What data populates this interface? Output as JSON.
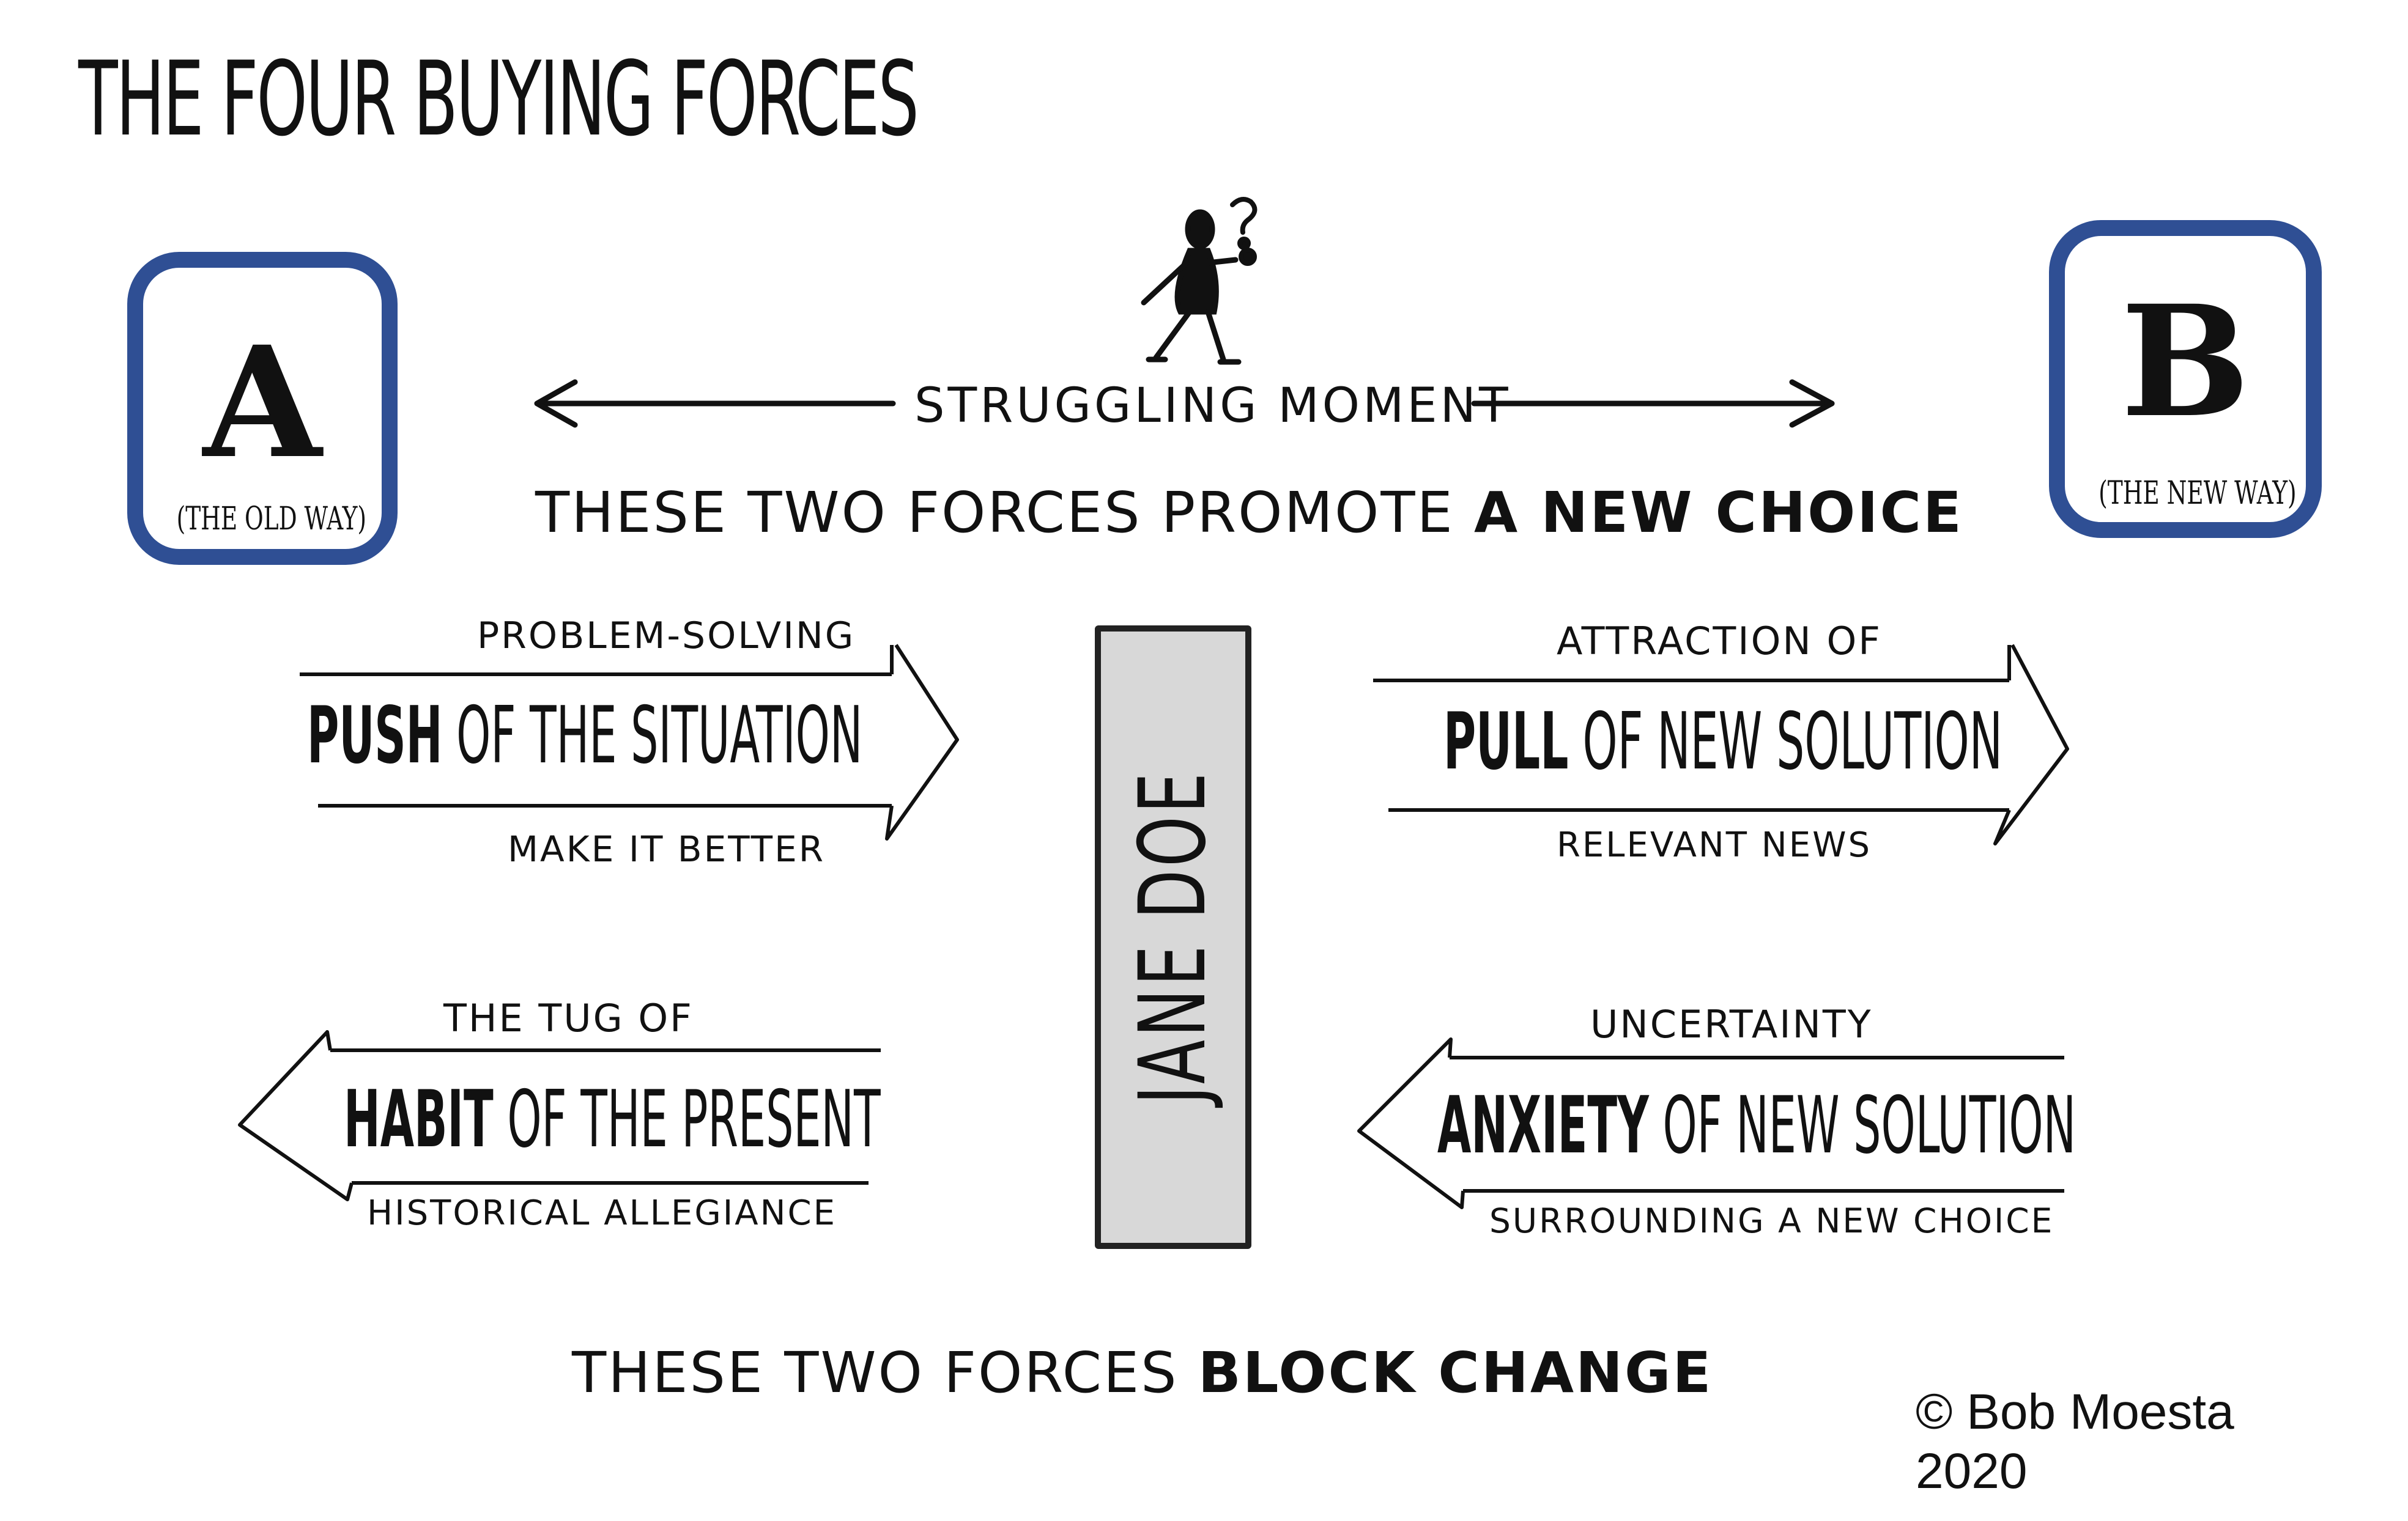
{
  "title": "THE FOUR BUYING FORCES",
  "card_a": {
    "letter": "A",
    "subtitle": "(THE OLD WAY)"
  },
  "card_b": {
    "letter": "B",
    "subtitle": "(THE NEW WAY)"
  },
  "struggling_moment": "STRUGGLING MOMENT",
  "promote": {
    "prefix": "THESE TWO FORCES PROMOTE ",
    "emphasis": "A NEW CHOICE"
  },
  "block": {
    "prefix": "THESE TWO FORCES ",
    "emphasis": "BLOCK CHANGE"
  },
  "center_label": "JANE DOE",
  "forces": {
    "push": {
      "above": "PROBLEM-SOLVING",
      "main_bold": "PUSH",
      "main_rest": " OF THE  SITUATION",
      "below": "MAKE IT BETTER"
    },
    "pull": {
      "above": "ATTRACTION OF",
      "main_bold": "PULL",
      "main_rest": " OF NEW SOLUTION",
      "below": "RELEVANT NEWS"
    },
    "habit": {
      "above": "THE TUG OF",
      "main_bold": "HABIT",
      "main_rest": " OF THE PRESENT",
      "below": "HISTORICAL ALLEGIANCE"
    },
    "anxiety": {
      "above": "UNCERTAINTY",
      "main_bold": "ANXIETY",
      "main_rest": " OF NEW SOLUTION",
      "below": "SURROUNDING A NEW CHOICE"
    }
  },
  "copyright": {
    "line1": "© Bob Moesta",
    "line2": "2020"
  },
  "colors": {
    "card_border": "#2f4f94",
    "jane_fill": "#d8d8d8",
    "ink": "#111111"
  },
  "icons": [
    "thinking-person-icon",
    "question-mark-icon"
  ]
}
